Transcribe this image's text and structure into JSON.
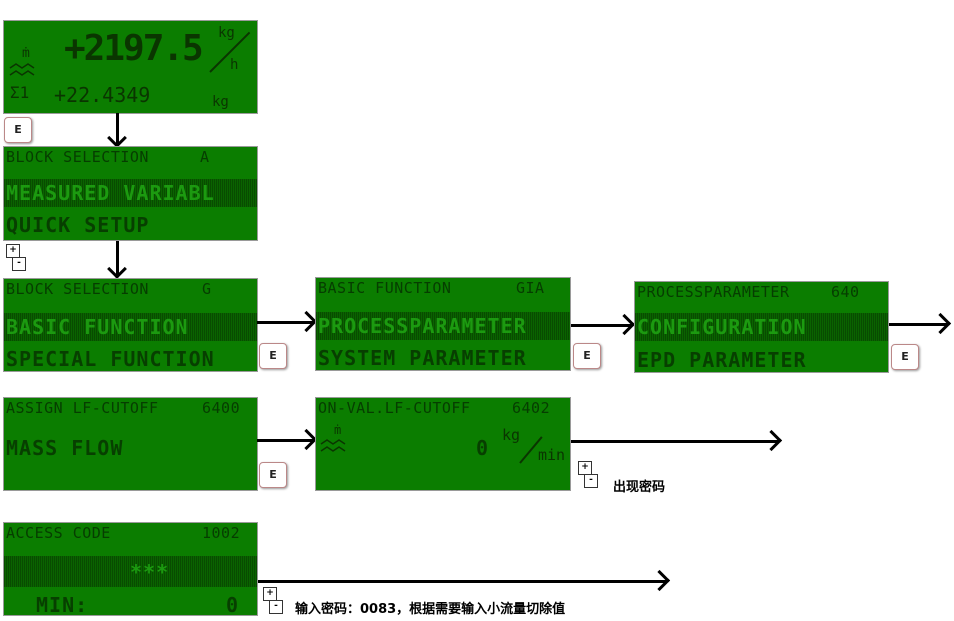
{
  "main_display": {
    "flow_value": "+2197.5",
    "flow_unit_top": "kg",
    "flow_unit_bottom": "h",
    "total_label": "Σ1",
    "total_value": "+22.4349",
    "total_unit": "kg",
    "flow_symbol": "ṁ"
  },
  "keys": {
    "enter": "E",
    "plus": "+",
    "minus": "-"
  },
  "block_selection_a": {
    "header": "BLOCK SELECTION",
    "code": "A",
    "selected": "MEASURED VARIABL",
    "next": "QUICK SETUP"
  },
  "block_selection_g": {
    "header": "BLOCK SELECTION",
    "code": "G",
    "selected": "BASIC FUNCTION",
    "next": "SPECIAL FUNCTION"
  },
  "basic_function": {
    "header": "BASIC FUNCTION",
    "code": "GIA",
    "selected": "PROCESSPARAMETER",
    "next": "SYSTEM PARAMETER"
  },
  "process_parameter": {
    "header": "PROCESSPARAMETER",
    "code": "640",
    "selected": "CONFIGURATION",
    "next": "EPD PARAMETER"
  },
  "assign_lf_cutoff": {
    "header": "ASSIGN LF-CUTOFF",
    "code": "6400",
    "value": "MASS FLOW"
  },
  "on_val_lf_cutoff": {
    "header": "ON-VAL.LF-CUTOFF",
    "code": "6402",
    "symbol": "ṁ",
    "value": "0",
    "unit_top": "kg",
    "unit_bottom": "min"
  },
  "access_code": {
    "header": "ACCESS CODE",
    "code": "1002",
    "masked": "***",
    "min_label": "MIN:",
    "min_value": "0"
  },
  "notes": {
    "code_appears": "出现密码",
    "enter_code": "输入密码：0083，根据需要输入小流量切除值"
  }
}
